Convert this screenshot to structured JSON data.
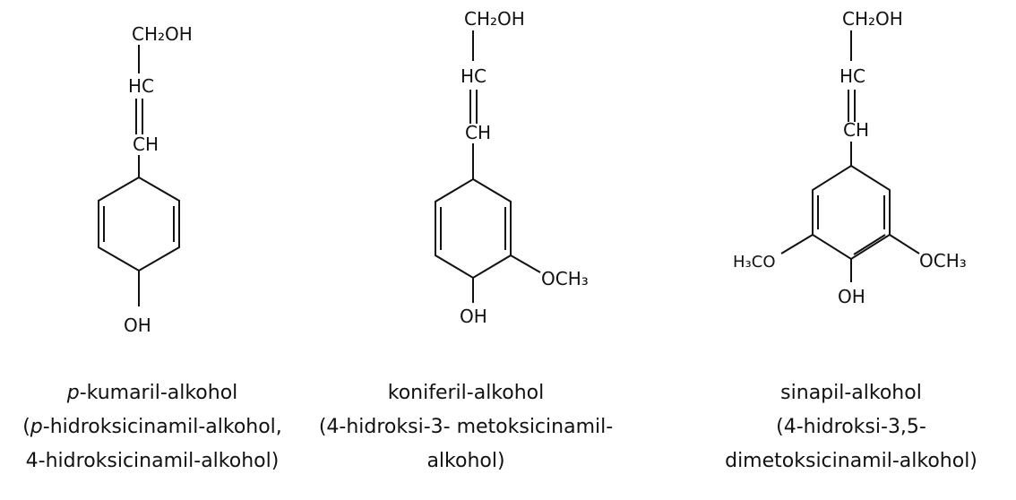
{
  "molecules": [
    {
      "id": "p-kumaril",
      "labels": {
        "top": "CH₂OH",
        "hc": "HC",
        "ch": "CH",
        "oh": "OH"
      },
      "caption": {
        "line1_prefix": "p",
        "line1_rest": "-kumaril-alkohol",
        "line2_open": "(",
        "line2_prefix": "p",
        "line2_rest": "-hidroksicinamil-alkohol,",
        "line3": "4-hidroksicinamil-alkohol)"
      }
    },
    {
      "id": "koniferil",
      "labels": {
        "top": "CH₂OH",
        "hc": "HC",
        "ch": "CH",
        "oh": "OH",
        "och3": "OCH₃"
      },
      "caption": {
        "line1": "koniferil-alkohol",
        "line2": "(4-hidroksi-3- metoksicinamil-",
        "line3": "alkohol)"
      }
    },
    {
      "id": "sinapil",
      "labels": {
        "top": "CH₂OH",
        "hc": "HC",
        "ch": "CH",
        "oh": "OH",
        "h3co": "H₃CO",
        "och3": "OCH₃"
      },
      "caption": {
        "line1": "sinapil-alkohol",
        "line2": "(4-hidroksi-3,5-",
        "line3": "dimetoksicinamil-alkohol)"
      }
    }
  ]
}
